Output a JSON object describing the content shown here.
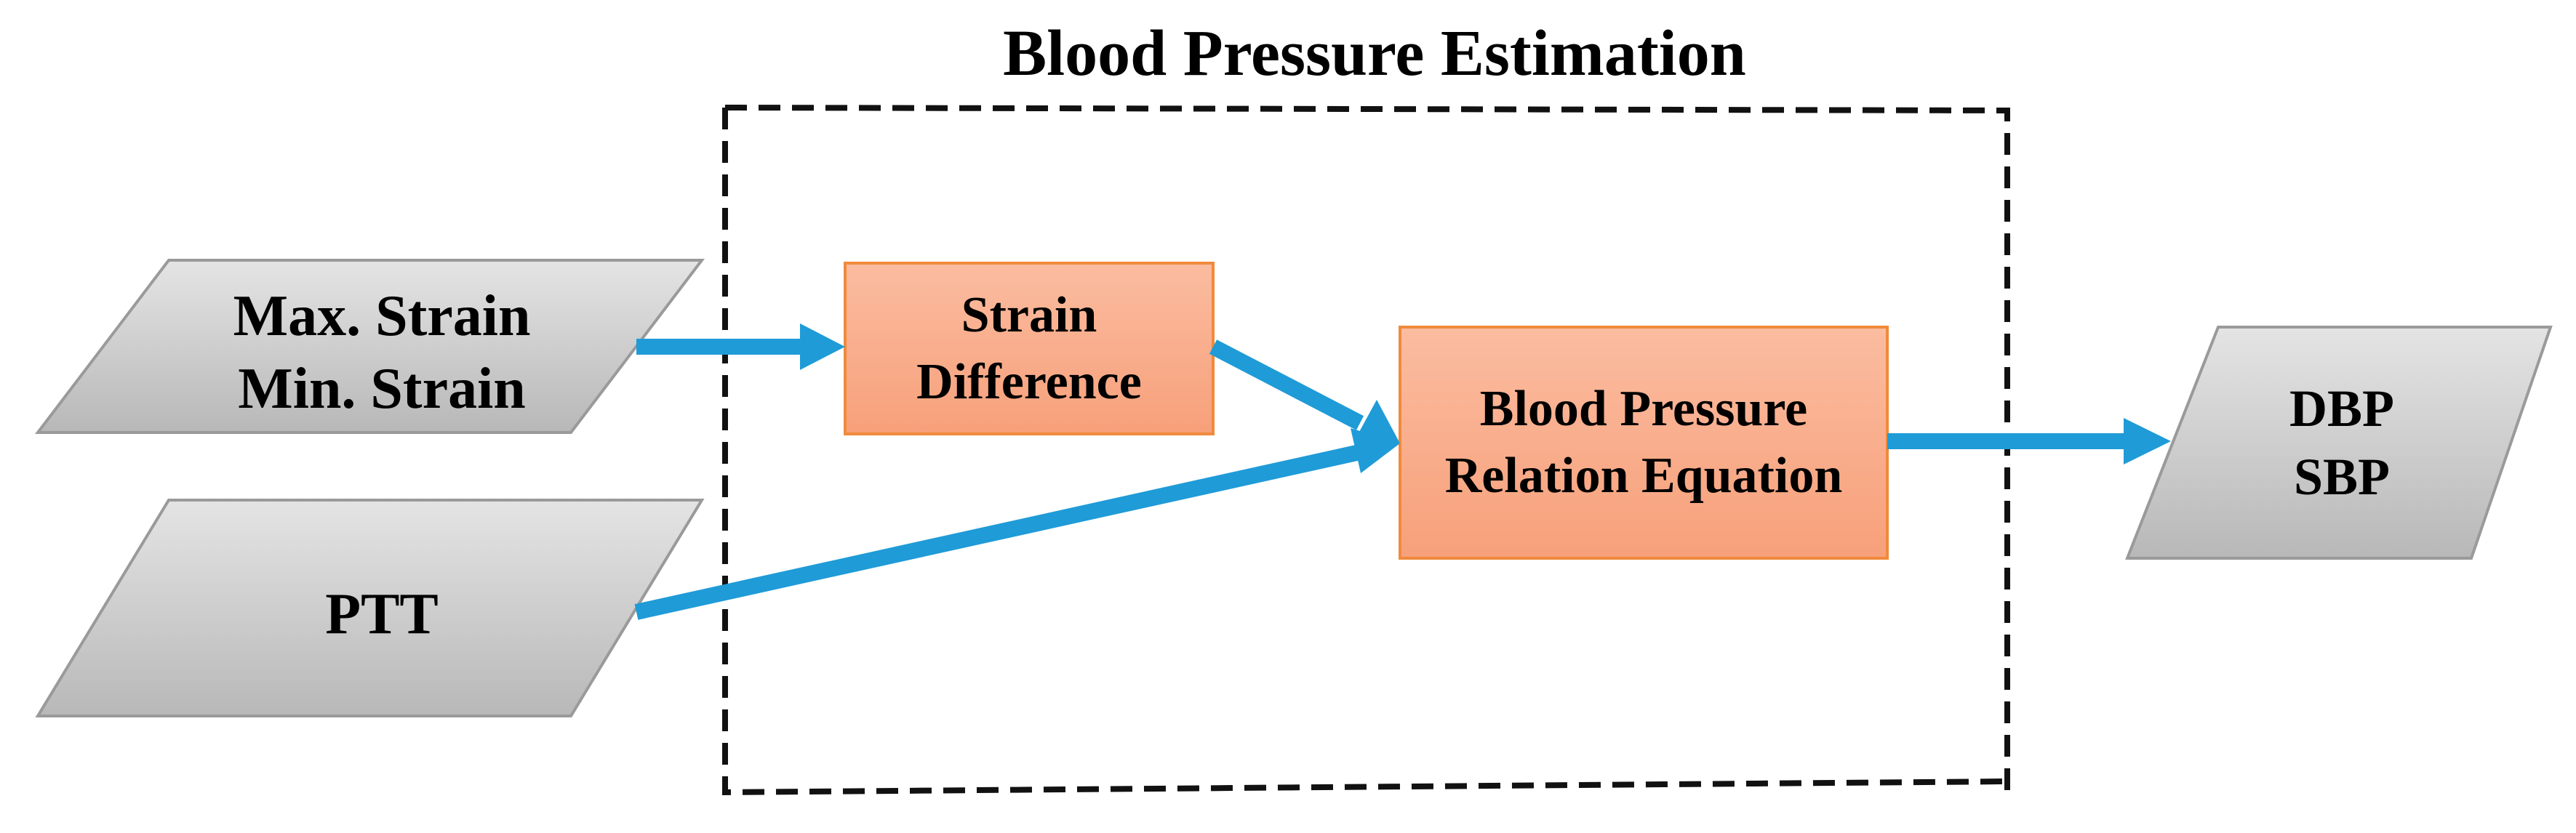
{
  "title": "Blood Pressure Estimation",
  "inputs": {
    "strain": [
      "Max. Strain",
      "Min. Strain"
    ],
    "ptt": "PTT"
  },
  "process": {
    "strain_difference": [
      "Strain",
      "Difference"
    ],
    "relation_equation": [
      "Blood Pressure",
      "Relation Equation"
    ]
  },
  "outputs": [
    "DBP",
    "SBP"
  ],
  "colors": {
    "arrow": "#1f9bd7",
    "process_fill_top": "#fbbca0",
    "process_fill_bottom": "#f7a07a",
    "process_border": "#f08a3c",
    "io_fill_top": "#e4e4e4",
    "io_fill_bottom": "#b8b8b8",
    "io_border": "#9a9a9a",
    "dashed_border": "#111111"
  }
}
